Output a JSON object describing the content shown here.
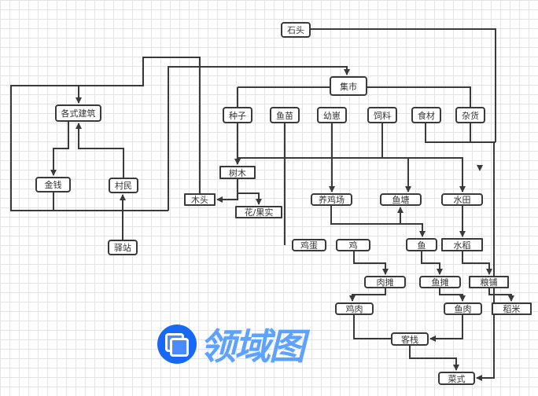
{
  "nodes": {
    "stone": "石头",
    "market": "集市",
    "seeds": "种子",
    "fry": "鱼苗",
    "cubs": "幼崽",
    "feed": "饲料",
    "ingredients": "食材",
    "goods": "杂货",
    "buildings": "各式建筑",
    "money": "金钱",
    "villagers": "村民",
    "station": "驿站",
    "trees": "树木",
    "wood": "木头",
    "flowers": "花/果实",
    "chicken_farm": "养鸡场",
    "fish_pond": "鱼塘",
    "paddy": "水田",
    "hidden1": "鸡蛋",
    "hidden2": "鸡",
    "fish": "鱼",
    "rice_plant": "水稻",
    "meat_stall": "肉摊",
    "fish_stall": "鱼摊",
    "grain_shop": "粮铺",
    "chicken_meat": "鸡肉",
    "fish_meat": "鱼肉",
    "rice": "稻米",
    "inn": "客栈",
    "dishes": "菜式"
  },
  "watermark": "领域图",
  "colors": {
    "line": "#3a3a3a",
    "watermark_blue": "#1769f5",
    "watermark_text": "#5ea2ff"
  }
}
